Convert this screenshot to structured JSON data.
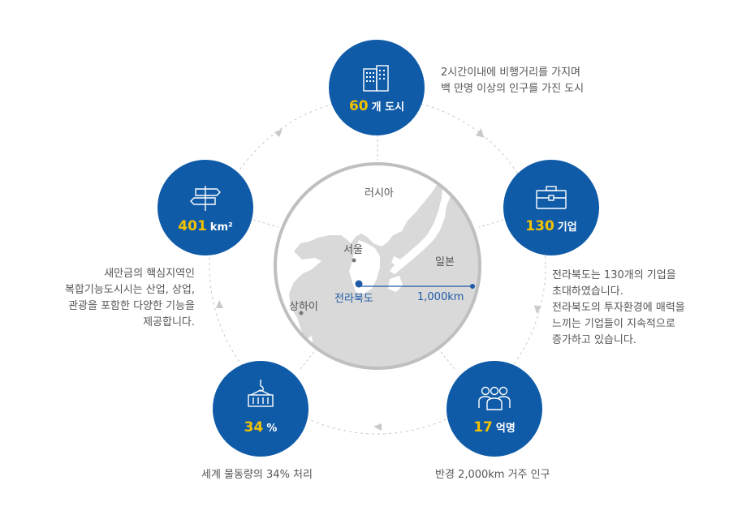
{
  "colors": {
    "node": "#0f5ba8",
    "accent": "#f2c200",
    "map_text_blue": "#1f5aa6",
    "text": "#555555"
  },
  "map": {
    "labels": {
      "russia": "러시아",
      "seoul": "서울",
      "japan": "일본",
      "jeonbuk": "전라북도",
      "shanghai": "상하이",
      "distance": "1,000km"
    }
  },
  "nodes": [
    {
      "key": "cities",
      "icon": "building-icon",
      "value": "60",
      "unit": "개 도시",
      "desc": [
        "2시간이내에 비행거리를 가지며",
        "백 만명 이상의 인구를 가진 도시"
      ]
    },
    {
      "key": "companies",
      "icon": "briefcase-icon",
      "value": "130",
      "unit": "기업",
      "desc": [
        "전라북도는 130개의 기업을",
        "초대하였습니다.",
        "전라북도의 투자환경에 매력을",
        "느끼는 기업들이 지속적으로",
        "증가하고 있습니다."
      ]
    },
    {
      "key": "population",
      "icon": "people-icon",
      "value": "17",
      "unit": "억명",
      "desc": [
        "반경 2,000km 거주 인구"
      ]
    },
    {
      "key": "logistics",
      "icon": "cargo-crane-icon",
      "value": "34",
      "unit": "%",
      "desc": [
        "세계 물동량의 34% 처리"
      ]
    },
    {
      "key": "area",
      "icon": "signpost-icon",
      "value": "401",
      "unit": "km²",
      "desc": [
        "새만금의 핵심지역인",
        "복합기능도시시는 산업, 상업,",
        "관광을 포함한 다양한 기능을",
        "제공합니다."
      ]
    }
  ]
}
